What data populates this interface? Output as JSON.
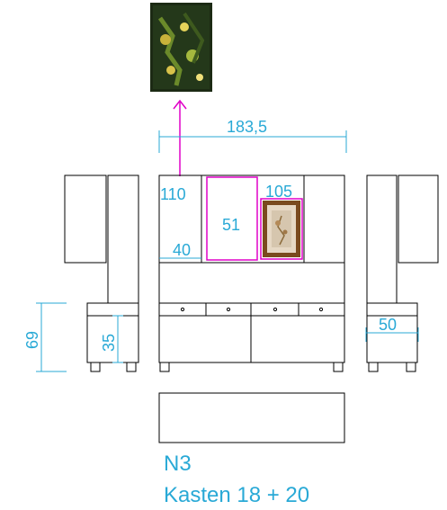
{
  "colors": {
    "dimension": "#29a9d6",
    "highlight": "#e000c8",
    "line": "#000000"
  },
  "dimensions": {
    "total_width": "183,5",
    "upper_left": "110",
    "upper_right": "105",
    "center_open": "51",
    "shelf_depth": "40",
    "base_height": "69",
    "base_depth": "35",
    "side_depth": "50"
  },
  "caption": {
    "code": "N3",
    "description": "Kasten 18 + 20"
  },
  "images": {
    "top_photo": "plant-photo",
    "framed_picture": "framed-artwork"
  }
}
